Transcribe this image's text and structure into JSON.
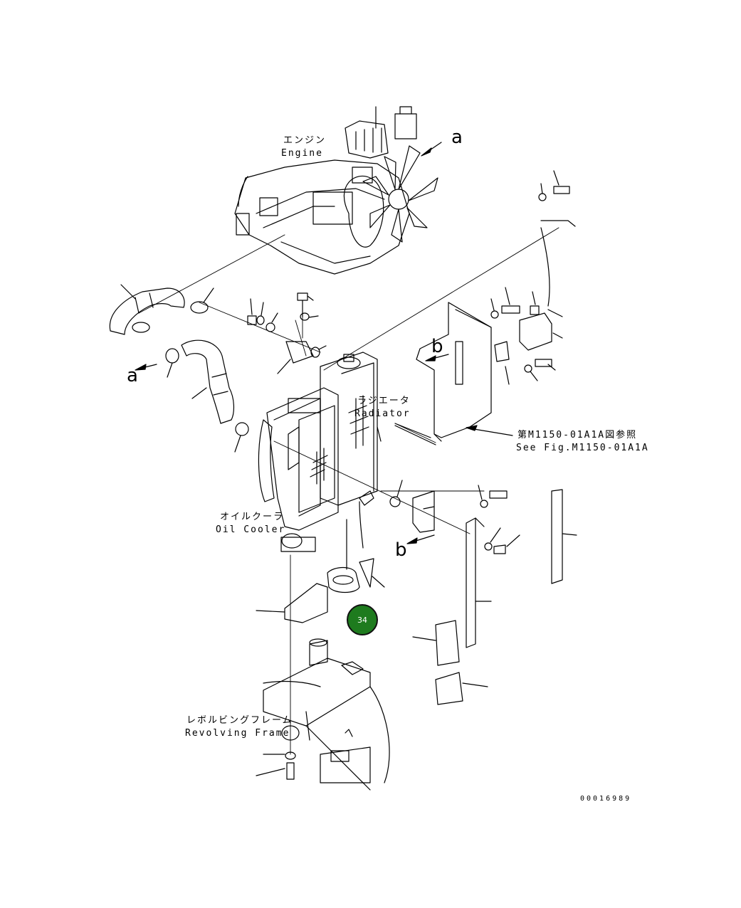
{
  "labels": {
    "engine_jp": "エンジン",
    "engine_en": "Engine",
    "radiator_jp": "ラジエータ",
    "radiator_en": "Radiator",
    "see_fig_jp": "第M1150-01A1A図参照",
    "see_fig_en": "See Fig.M1150-01A1A",
    "oil_cooler_jp": "オイルクーラ",
    "oil_cooler_en": "Oil Cooler",
    "revolving_jp": "レボルビングフレーム",
    "revolving_en": "Revolving Frame"
  },
  "view_refs": {
    "a_top": "a",
    "a_left": "a",
    "b_upper": "b",
    "b_lower": "b"
  },
  "callout": {
    "number": "34",
    "fill_color": "#1e7b1e"
  },
  "drawing_number": "00016989",
  "colors": {
    "line": "#000000",
    "background": "#ffffff"
  }
}
